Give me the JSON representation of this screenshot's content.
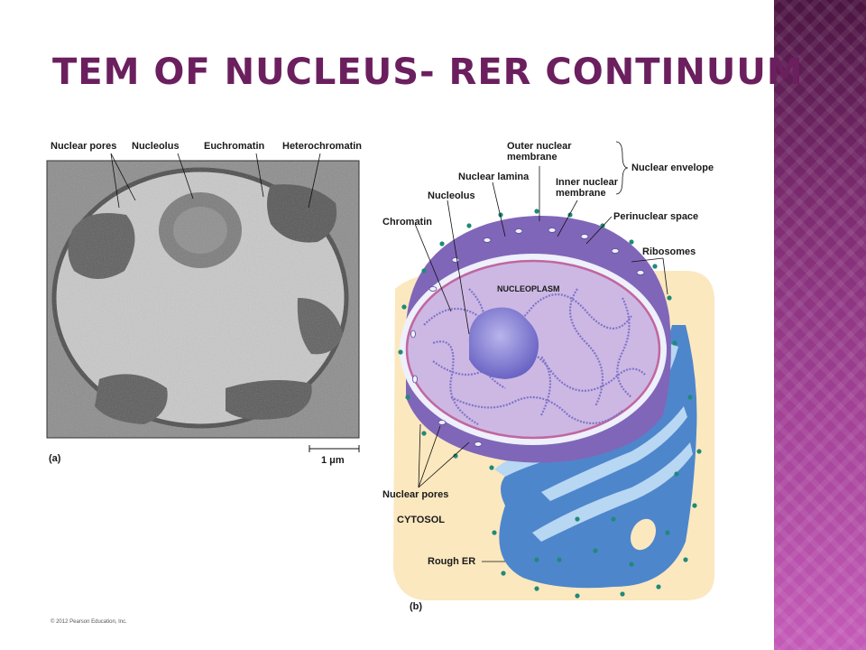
{
  "slide": {
    "title": "TEM of Nucleus- RER continuum",
    "copyright": "© 2012 Pearson Education, Inc."
  },
  "panel_a": {
    "tag": "(a)",
    "labels": {
      "nuclear_pores": "Nuclear pores",
      "nucleolus": "Nucleolus",
      "euchromatin": "Euchromatin",
      "heterochromatin": "Heterochromatin"
    },
    "scale_bar": "1 μm"
  },
  "panel_b": {
    "tag": "(b)",
    "labels": {
      "outer_nuclear_membrane": "Outer nuclear membrane",
      "nuclear_envelope": "Nuclear envelope",
      "nuclear_lamina": "Nuclear lamina",
      "inner_nuclear_membrane": "Inner nuclear membrane",
      "nucleolus": "Nucleolus",
      "chromatin": "Chromatin",
      "perinuclear_space": "Perinuclear space",
      "ribosomes": "Ribosomes",
      "nucleoplasm": "NUCLEOPLASM",
      "nuclear_pores": "Nuclear pores",
      "cytosol": "CYTOSOL",
      "rough_er": "Rough ER"
    }
  },
  "colors": {
    "title": "#6b1f5e",
    "nucleoplasm": "#cdb8e4",
    "envelope": "#8066b8",
    "rough_er": "#4e86cc",
    "cytosol": "#fbe8bf",
    "ribosome": "#1f8a78"
  }
}
